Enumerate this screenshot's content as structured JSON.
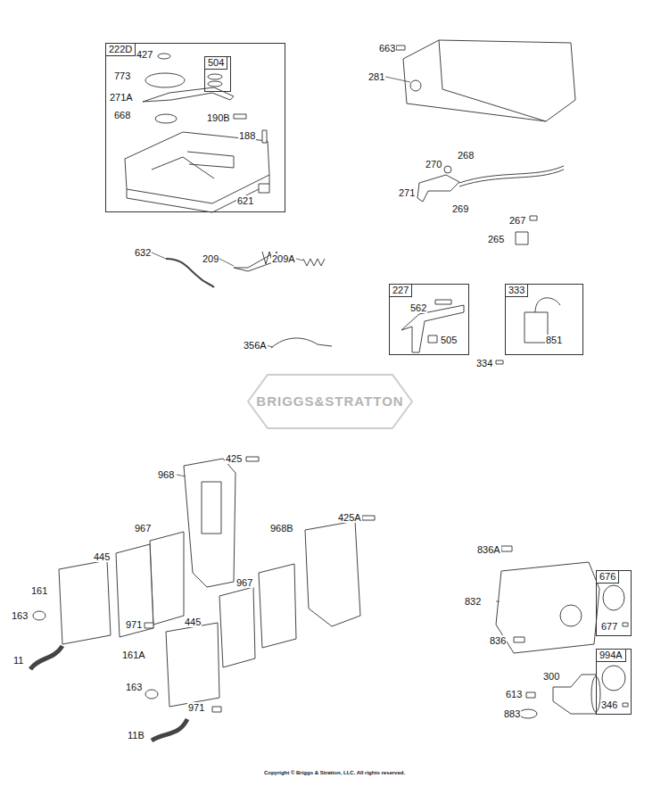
{
  "diagram": {
    "nodes": [
      {
        "text": [
          "222D",
          "427",
          "773",
          "271A",
          "668",
          "190B",
          "188",
          "621"
        ]
      },
      {
        "text": [
          "504"
        ],
        "in": 0
      },
      {
        "text": [
          "227",
          "562",
          "505"
        ]
      },
      {
        "text": [
          "333",
          "851"
        ]
      },
      {
        "text": [
          "676",
          "677"
        ]
      },
      {
        "text": [
          "994A",
          "346"
        ]
      }
    ],
    "labels": [
      "663",
      "281",
      "270",
      "268",
      "271",
      "269",
      "267",
      "265",
      "632",
      "209",
      "209A",
      "356A",
      "334",
      "BRIGGS&STRATTON",
      "425",
      "968",
      "967",
      "968B",
      "425A",
      "445",
      "161",
      "163",
      "971",
      "967",
      "445",
      "11",
      "161A",
      "163",
      "971",
      "11B",
      "836A",
      "832",
      "836",
      "300",
      "613",
      "883",
      "Copyright © Briggs & Stratton, LLC. All rights reserved."
    ]
  }
}
